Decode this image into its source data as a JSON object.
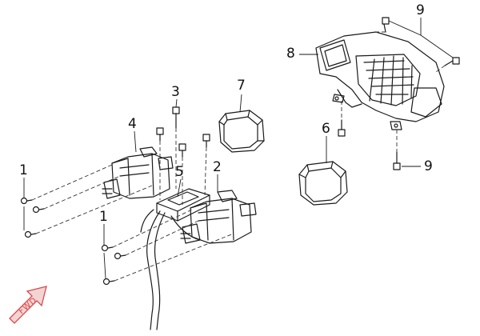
{
  "diagram": {
    "callouts": [
      "1",
      "2",
      "3",
      "4",
      "5",
      "6",
      "7",
      "8",
      "9",
      "9",
      "1"
    ],
    "fwd_label": "FWD",
    "colors": {
      "line": "#1a1a1a",
      "dash": "#333333",
      "fwd": "#d94b4b"
    }
  }
}
